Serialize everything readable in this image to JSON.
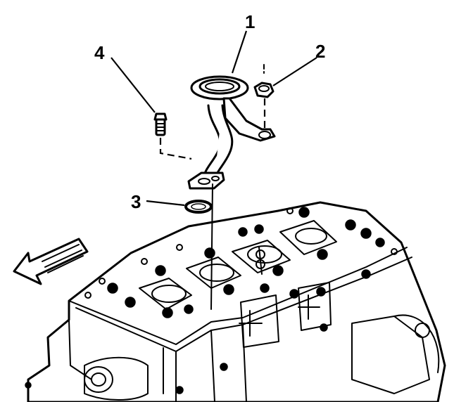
{
  "callouts": [
    {
      "label": "1",
      "part": "oil-pump-screen"
    },
    {
      "label": "2",
      "part": "nut"
    },
    {
      "label": "3",
      "part": "o-ring-seal"
    },
    {
      "label": "4",
      "part": "bolt"
    }
  ],
  "icons": {
    "direction_arrow": "front-direction-arrow-icon"
  },
  "colors": {
    "ink": "#000000",
    "paper": "#ffffff"
  }
}
